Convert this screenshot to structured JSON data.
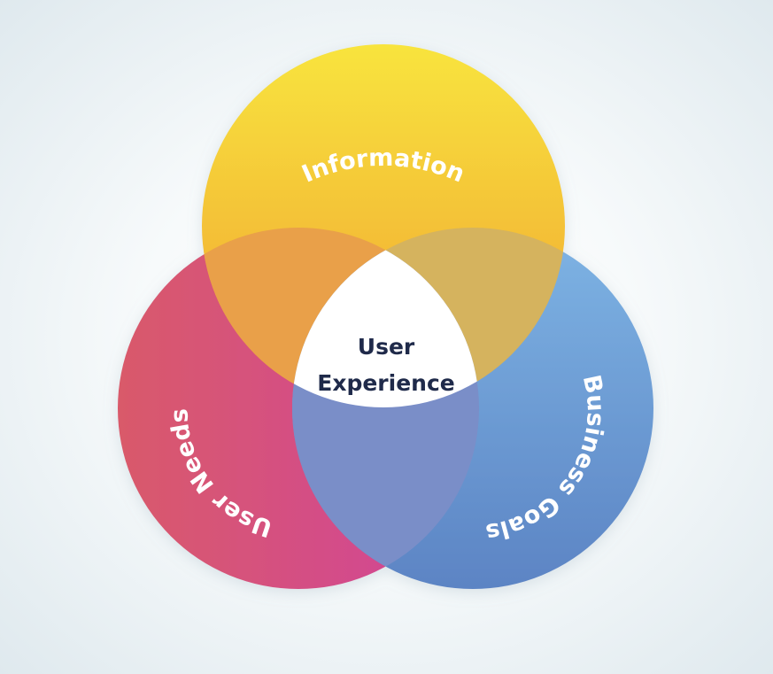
{
  "diagram": {
    "type": "venn",
    "sets": [
      {
        "label": "Information",
        "color_top": "#f8e23e",
        "color_bottom": "#f0a232"
      },
      {
        "label": "User Needs",
        "color_left": "#d95a6a",
        "color_right": "#d2449a"
      },
      {
        "label": "Business Goals",
        "color_top": "#7eb2e2",
        "color_bottom": "#5e86c6"
      }
    ],
    "overlaps": {
      "information_user_needs": "#e9a049",
      "information_business_goals": "#d5b35e",
      "user_needs_business_goals": "#7a8ec8"
    },
    "center": {
      "line1": "User",
      "line2": "Experience"
    }
  }
}
